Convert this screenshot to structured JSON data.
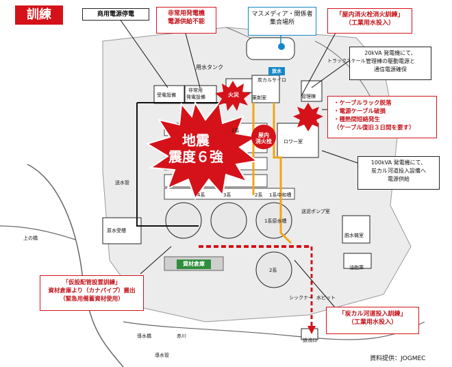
{
  "badge": "訓練",
  "earthquake": {
    "line1": "地震",
    "line2": "震度６強"
  },
  "callouts": {
    "commercial_power": "商用電源停電",
    "emergency_gen": [
      "非常用発電機",
      "電源供給不能"
    ],
    "media": [
      "マスメディア・関係者",
      "集合場所"
    ],
    "indoor_hydrant_training": [
      "「屋内消火栓消火訓練」",
      "（工業用水投入）"
    ],
    "gen20": [
      "20kVA 発電機にて、",
      "管理棟の駆動電源と",
      "通信電源確保"
    ],
    "damage": [
      "・ケーブルラック脱落",
      "・電源ケーブル破損",
      "・種熱間短絡発生",
      "（ケーブル復旧３日間を要す）"
    ],
    "gen100": [
      "100kVA 発電機にて、",
      "炭カル河道投入設備へ",
      "電源供給"
    ],
    "temp_pipe": [
      "「仮設配管設置訓練」",
      "資材倉庫より（カナパイプ）搬出",
      "（緊急用備蓄資材使用）"
    ],
    "tankaru_training": [
      "「炭カル河道投入訓練」",
      "（工業用水投入）"
    ]
  },
  "labels": {
    "water_tank": "用水タンク",
    "tankaru_silo": "炭カルサイロ",
    "chemical_room": "薬剤室",
    "truck_scale": "トラックスケール",
    "management": "管理棟",
    "receiving": "受電設備",
    "emergency_gen_equip": [
      "非常用",
      "発電設備"
    ],
    "tower_room": "ロワー室",
    "delivery_pipe": "送水管",
    "upper_bridge": "上の橋",
    "raw_water": "原水受槽",
    "adjust_pump": "送泥ポンプ室",
    "dewatering": "脱水機室",
    "oil_storage": "油脂庫",
    "thickener": "シックナー",
    "water_pit": "水ピット",
    "intake_bridge": "導水橋",
    "intake_pipe": "導水管",
    "akagawa": "赤川",
    "discharge": "放流口",
    "system_1": "1系原水槽",
    "system_1b": "1系中和槽",
    "system_2": "2系",
    "system_3": "3系",
    "system_4": "4系",
    "system_2c": "2系",
    "pump_text": "2系"
  },
  "pills": {
    "discharge_water": "放水",
    "materials": "資材倉庫"
  },
  "bursts": {
    "fire": "火災",
    "hydrant": [
      "屋内",
      "消火栓"
    ]
  },
  "credit": "資料提供：JOGMEC",
  "colors": {
    "red": "#d51219",
    "orange": "#f2a515",
    "blue": "#1487c8",
    "green": "#2f8d3b",
    "gray": "#e6e6e6"
  }
}
